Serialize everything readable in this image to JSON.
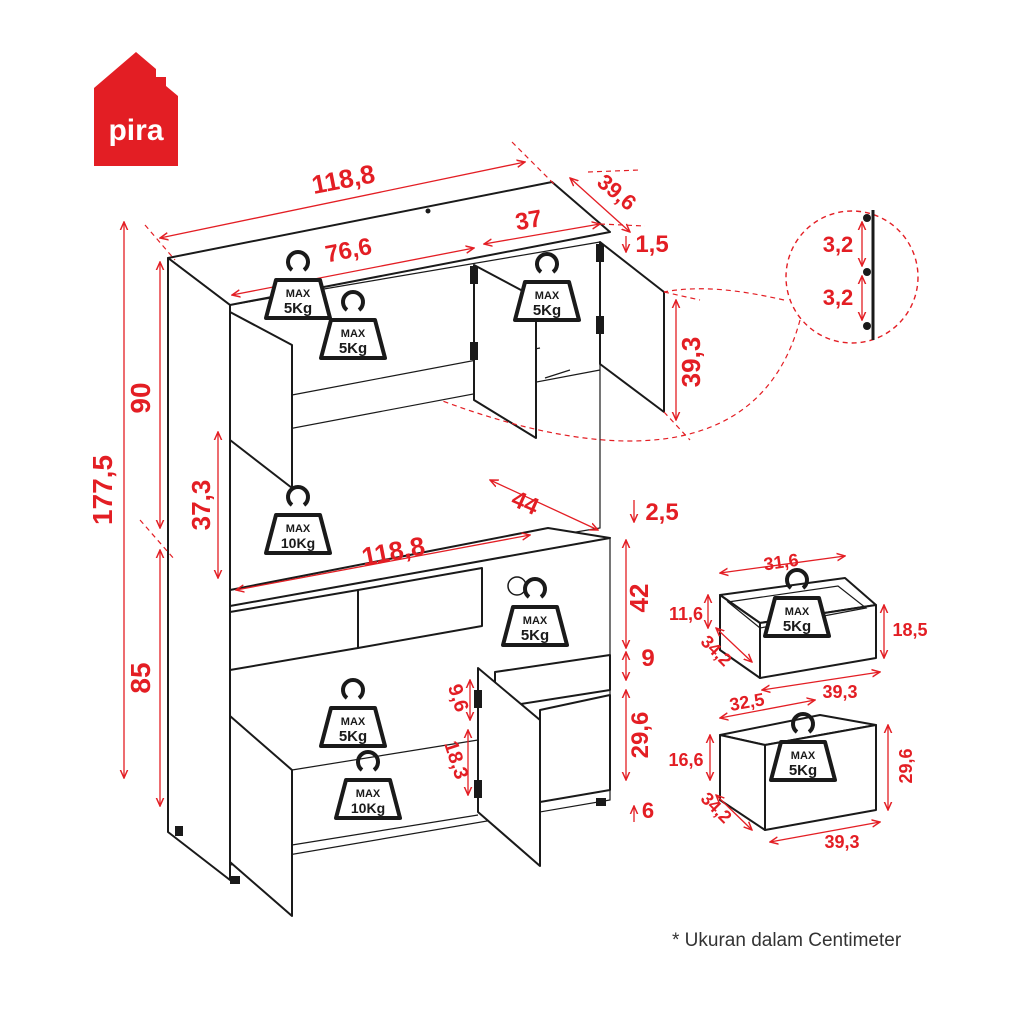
{
  "brand": {
    "name": "pira",
    "color": "#e31e24"
  },
  "note": "* Ukuran dalam Centimeter",
  "accent_color": "#e31e24",
  "dimensions": {
    "top_width": "118,8",
    "top_depth": "39,6",
    "upper_inner_width": "76,6",
    "upper_side_width": "37",
    "top_thickness": "1,5",
    "upper_height": "90",
    "total_height": "177,5",
    "upper_door_height": "39,3",
    "hutch_opening": "37,3",
    "counter_width": "118,8",
    "counter_depth": "44",
    "counter_thickness": "2,5",
    "lower_height": "85",
    "open_cubby_height": "42",
    "drawer_band": "9",
    "lower_door_height": "29,6",
    "shelf_gap_a": "9,6",
    "shelf_gap_b": "18,3",
    "leg_height": "6",
    "hole_spacing_a": "3,2",
    "hole_spacing_b": "3,2"
  },
  "drawer_small": {
    "width": "31,6",
    "height": "11,6",
    "depth": "34,2",
    "front_height": "18,5",
    "front_width": "39,3"
  },
  "drawer_large": {
    "width": "32,5",
    "height": "16,6",
    "depth": "34,2",
    "front_height": "29,6",
    "front_width": "39,3"
  },
  "weight_badges": [
    {
      "max": "MAX",
      "load": "5Kg"
    },
    {
      "max": "MAX",
      "load": "5Kg"
    },
    {
      "max": "MAX",
      "load": "5Kg"
    },
    {
      "max": "MAX",
      "load": "10Kg"
    },
    {
      "max": "MAX",
      "load": "5Kg"
    },
    {
      "max": "MAX",
      "load": "5Kg"
    },
    {
      "max": "MAX",
      "load": "10Kg"
    },
    {
      "max": "MAX",
      "load": "5Kg"
    },
    {
      "max": "MAX",
      "load": "5Kg"
    }
  ]
}
